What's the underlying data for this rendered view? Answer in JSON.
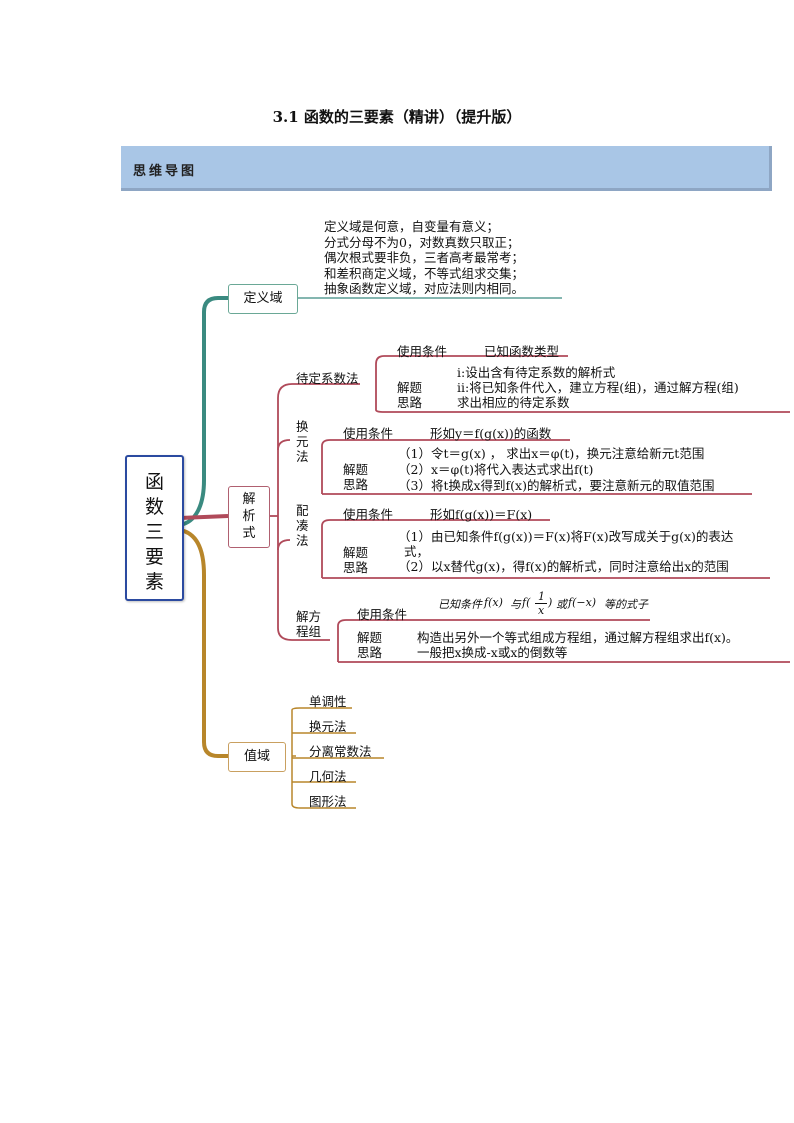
{
  "page": {
    "title": "3.1 函数的三要素（精讲）（提升版）",
    "banner": "思维导图"
  },
  "mindmap": {
    "root": [
      "函",
      "数",
      "三",
      "要",
      "素"
    ],
    "domain": {
      "label": "定义域",
      "notes": [
        "定义域是何意，自变量有意义；",
        "分式分母不为0，对数真数只取正；",
        "偶次根式要非负，三者高考最常考；",
        "和差积商定义域，不等式组求交集；",
        "抽象函数定义域，对应法则内相同。"
      ]
    },
    "analytic": {
      "label": "解析式",
      "label_chars": [
        "解",
        "析",
        "式"
      ],
      "undetermined": {
        "label": "待定系数法",
        "condition_label": "使用条件",
        "condition": "已知函数类型",
        "steps_label": [
          "解题",
          "思路"
        ],
        "steps": [
          "i:设出含有待定系数的解析式",
          "ii:将已知条件代入，建立方程(组)，通过解方程(组)",
          "求出相应的待定系数"
        ]
      },
      "substitution": {
        "label_chars": [
          "换",
          "元",
          "法"
        ],
        "condition_label": "使用条件",
        "condition": "形如y＝f(g(x))的函数",
        "steps_label": [
          "解题",
          "思路"
        ],
        "steps": [
          "（1）令t＝g(x) ， 求出x＝φ(t)，换元注意给新元t范围",
          "（2）x＝φ(t)将代入表达式求出f(t)",
          "（3）将t换成x得到f(x)的解析式，要注意新元的取值范围"
        ]
      },
      "matching": {
        "label_chars": [
          "配",
          "凑",
          "法"
        ],
        "condition_label": "使用条件",
        "condition": "形如f(g(x))＝F(x)",
        "steps_label": [
          "解题",
          "思路"
        ],
        "steps": [
          "（1）由已知条件f(g(x))＝F(x)将F(x)改写成关于g(x)的表达",
          "式，",
          "（2）以x替代g(x)，得f(x)的解析式，同时注意给出x的范围"
        ]
      },
      "equations": {
        "label_chars": [
          "解方",
          "程组"
        ],
        "condition_label": "使用条件",
        "condition_parts": [
          "已知条件",
          "f(x)",
          "与",
          "f(",
          "1",
          "x",
          ")",
          "或",
          "f(−x)",
          "等的式子"
        ],
        "steps_label": [
          "解题",
          "思路"
        ],
        "steps": [
          "构造出另外一个等式组成方程组，通过解方程组求出f(x)。",
          "一般把x换成-x或x的倒数等"
        ]
      }
    },
    "range": {
      "label": "值域",
      "methods": [
        "单调性",
        "换元法",
        "分离常数法",
        "几何法",
        "图形法"
      ]
    }
  },
  "colors": {
    "teal": "#3a8a80",
    "red": "#b04a5a",
    "brown": "#b8862a",
    "banner": "#a9c6e6",
    "root_border": "#2b4aa0"
  }
}
